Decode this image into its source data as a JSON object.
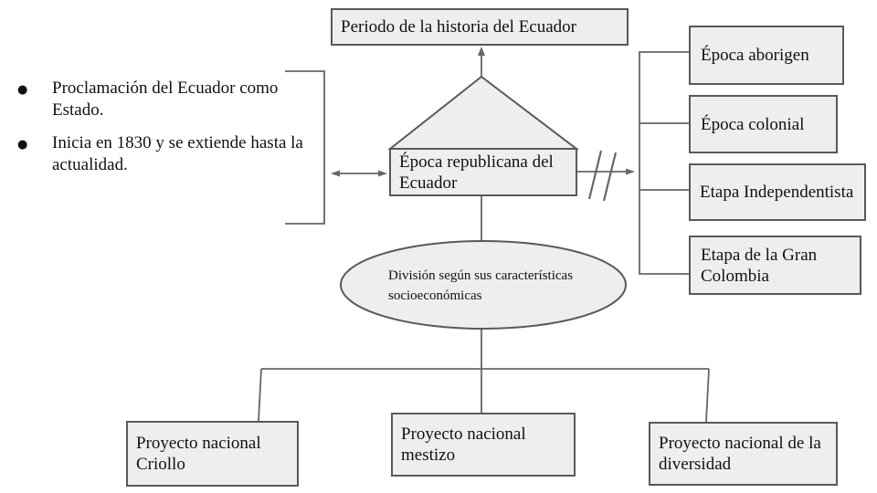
{
  "diagram": {
    "top_box": {
      "label": "Periodo de la historia del Ecuador"
    },
    "center_box": {
      "label": "Época republicana del Ecuador"
    },
    "notes": {
      "items": [
        "Proclamación del Ecuador como Estado.",
        "Inicia en 1830 y se extiende hasta la actualidad."
      ]
    },
    "right_column": {
      "items": [
        "Época aborigen",
        "Época colonial",
        "Etapa Independentista",
        "Etapa de la Gran Colombia"
      ]
    },
    "ellipse": {
      "label": "División según sus características socioeconómicas"
    },
    "bottom_row": {
      "items": [
        "Proyecto nacional Criollo",
        "Proyecto nacional mestizo",
        "Proyecto nacional de la diversidad"
      ]
    },
    "icons": {
      "bullet": "●"
    },
    "colors": {
      "background": "#ffffff",
      "shape_fill": "#eeeeee",
      "shape_border": "#595959",
      "connector": "#666666",
      "text": "#111111"
    }
  }
}
